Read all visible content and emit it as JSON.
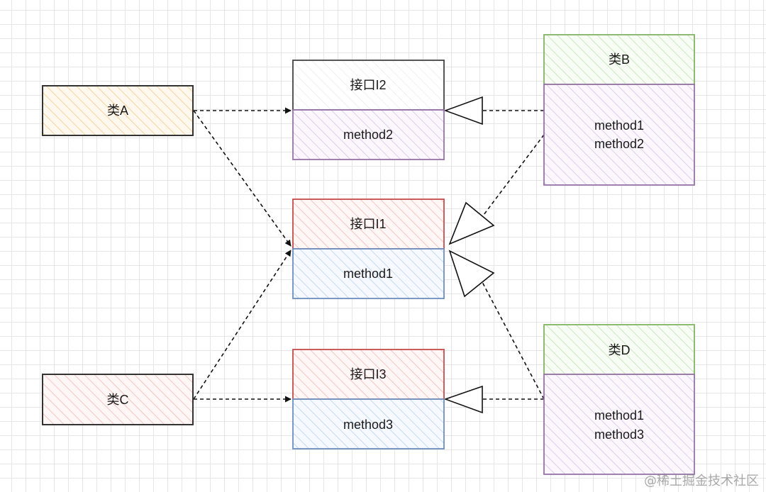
{
  "colors": {
    "orange": "#f2a93b",
    "red": "#c44b4b",
    "blue": "#6c8ebf",
    "purple": "#9673a6",
    "green": "#82b366",
    "black": "#333333",
    "pink": "#ea6b66"
  },
  "class_a": {
    "label": "类A"
  },
  "class_c": {
    "label": "类C"
  },
  "interface_i2": {
    "title": "接口I2",
    "method": "method2"
  },
  "interface_i1": {
    "title": "接口I1",
    "method": "method1"
  },
  "interface_i3": {
    "title": "接口I3",
    "method": "method3"
  },
  "class_b": {
    "title": "类B",
    "method_line1": "method1",
    "method_line2": "method2"
  },
  "class_d": {
    "title": "类D",
    "method_line1": "method1",
    "method_line2": "method3"
  },
  "watermark": "@稀土掘金技术社区"
}
